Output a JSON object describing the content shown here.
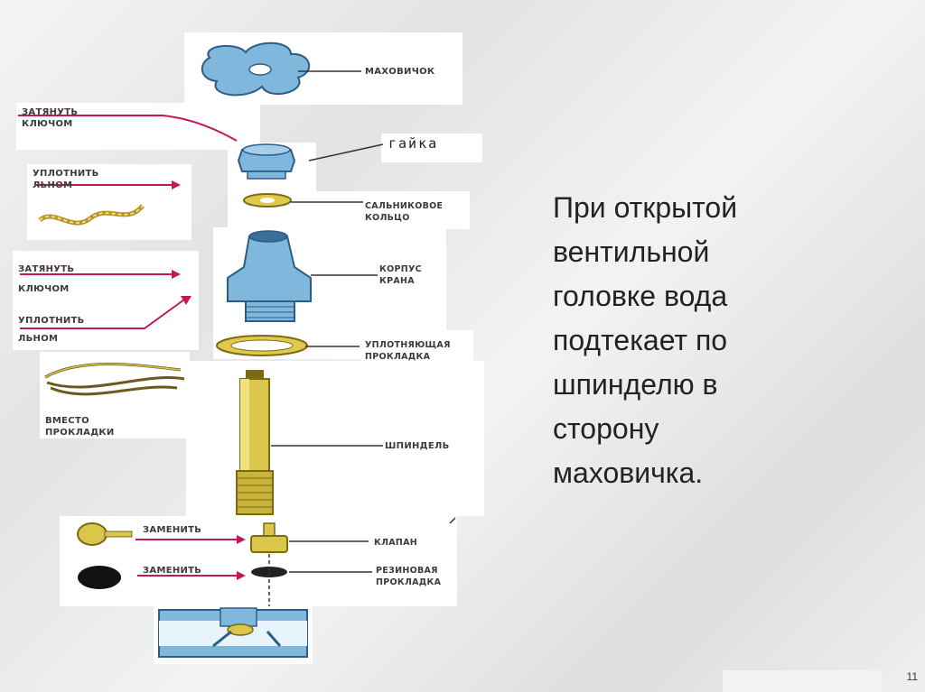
{
  "diagram": {
    "labels": {
      "handwheel": "МАХОВИЧОК",
      "tighten_key_1": "ЗАТЯНУТЬ\nКЛЮЧОМ",
      "nut": "гайка",
      "seal_flax_1": "УПЛОТНИТЬ\nЛЬНОМ",
      "gland_ring": "САЛЬНИКОВОЕ\nКОЛЬЦО",
      "tighten_key_2": "ЗАТЯНУТЬ\nКЛЮЧОМ",
      "valve_body": "КОРПУС\nКРАНА",
      "seal_flax_2": "УПЛОТНИТЬ\nЛЬНОМ",
      "sealing_gasket": "УПЛОТНЯЮЩАЯ\nПРОКЛАДКА",
      "instead_gasket": "ВМЕСТО\nПРОКЛАДКИ",
      "spindle": "ШПИНДЕЛЬ",
      "replace_1": "ЗАМЕНИТЬ",
      "valve": "КЛАПАН",
      "replace_2": "ЗАМЕНИТЬ",
      "rubber_gasket": "РЕЗИНОВАЯ\nПРОКЛАДКА"
    },
    "colors": {
      "blue_part": "#7fb7dd",
      "brass_part": "#d9c64a",
      "arrow_red": "#c2185b",
      "line": "#333333"
    }
  },
  "slide": {
    "text": "При открытой\nвентильной\nголовке вода\nподтекает по\nшпинделю в\nсторону\nмаховичка.",
    "page_number": "11"
  }
}
